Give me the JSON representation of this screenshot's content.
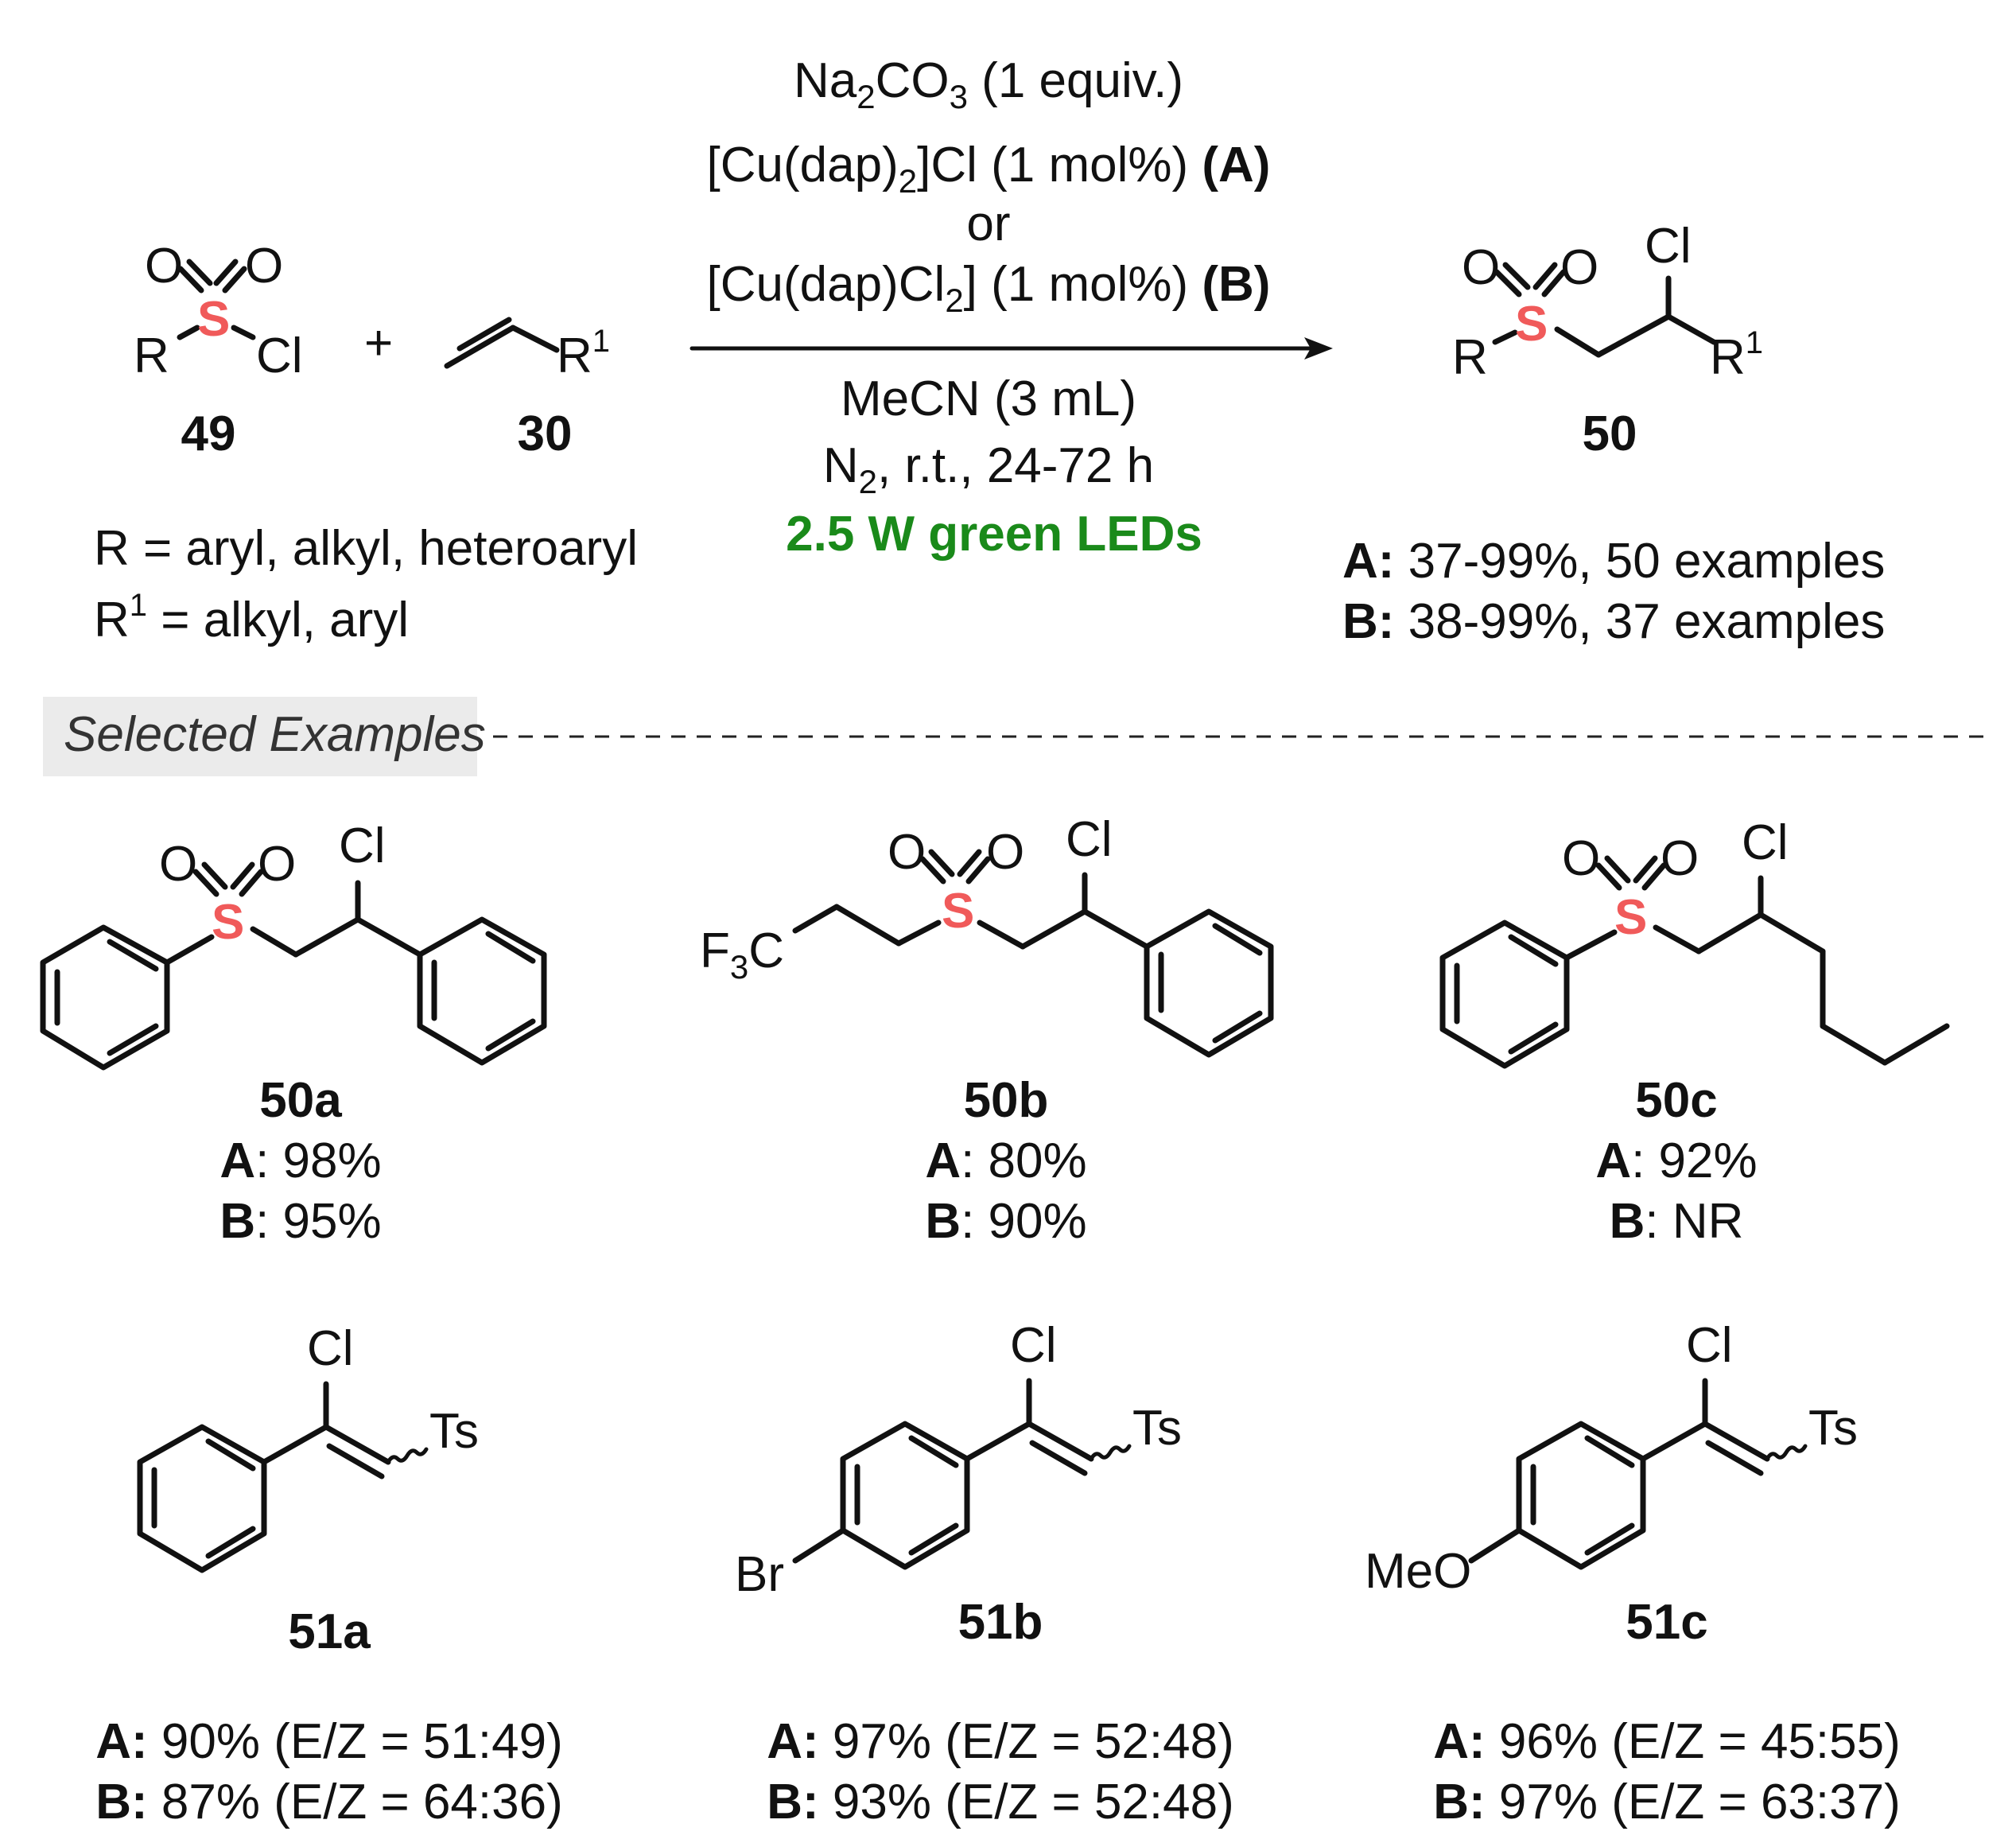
{
  "scheme": {
    "reagent_49": {
      "id": "49",
      "R": "R",
      "S": "S",
      "O": "O",
      "Cl": "Cl"
    },
    "plus": "+",
    "reagent_30": {
      "id": "30",
      "R1": "R",
      "sup": "1"
    },
    "product_50": {
      "id": "50",
      "R": "R",
      "S": "S",
      "O": "O",
      "Cl": "Cl",
      "R1": "R",
      "sup": "1"
    },
    "conditions": {
      "base_a": "Na",
      "base_sub": "2",
      "base_b": "CO",
      "base_sub2": "3",
      "base_c": " (1 equiv.)",
      "catA_a": "[Cu(dap)",
      "catA_sub": "2",
      "catA_b": "]Cl (1 mol%) ",
      "catA_tag": "(A)",
      "or": "or",
      "catB_a": "[Cu(dap)Cl",
      "catB_sub": "2",
      "catB_b": "] (1 mol%) ",
      "catB_tag": "(B)",
      "solvent": "MeCN (3 mL)",
      "atm_a": "N",
      "atm_sub": "2",
      "atm_b": ", r.t., 24-72 h",
      "light": "2.5 W green LEDs"
    },
    "scope": {
      "r_line": "R = aryl, alkyl, heteroaryl",
      "r1_a": "R",
      "r1_sup": "1",
      "r1_b": " = alkyl, aryl"
    },
    "summary": {
      "A_tag": "A:",
      "A_text": " 37-99%, 50 examples",
      "B_tag": "B:",
      "B_text": " 38-99%, 37 examples"
    }
  },
  "section_label": "Selected Examples",
  "examples": [
    {
      "id": "50a",
      "A": "A",
      "A_val": ": 98%",
      "B": "B",
      "B_val": ": 95%"
    },
    {
      "id": "50b",
      "A": "A",
      "A_val": ": 80%",
      "B": "B",
      "B_val": ": 90%",
      "F3C_a": "F",
      "F3C_sub": "3",
      "F3C_b": "C"
    },
    {
      "id": "50c",
      "A": "A",
      "A_val": ": 92%",
      "B": "B",
      "B_val": ": NR"
    },
    {
      "id": "51a",
      "A": "A:",
      "A_val": " 90% (E/Z = 51:49)",
      "B": "B:",
      "B_val": " 87% (E/Z = 64:36)"
    },
    {
      "id": "51b",
      "A": "A:",
      "A_val": " 97% (E/Z = 52:48)",
      "B": "B:",
      "B_val": " 93% (E/Z = 52:48)",
      "Br": "Br"
    },
    {
      "id": "51c",
      "A": "A:",
      "A_val": " 96% (E/Z = 45:55)",
      "B": "B:",
      "B_val": " 97% (E/Z = 63:37)",
      "MeO": "MeO"
    }
  ],
  "atoms": {
    "S": "S",
    "O": "O",
    "Cl": "Cl",
    "Ts": "Ts"
  }
}
